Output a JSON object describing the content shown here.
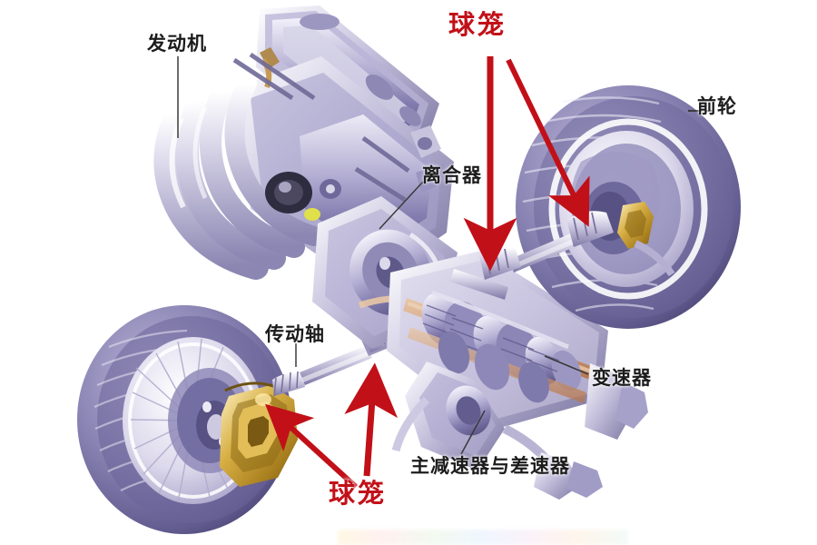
{
  "diagram": {
    "title_alt": "汽车前置前驱动力传动系统剖视图",
    "background_color": "#ffffff",
    "accent_red": "#c21018",
    "label_black": "#1c1c1c",
    "metal_purple": "#8b86b8",
    "metal_light": "#e7e5f2",
    "tire_purple": "#7e78ad",
    "cv_gold": "#c9a23a"
  },
  "labels": [
    {
      "id": "engine",
      "text": "发动机",
      "color": "#1c1c1c",
      "style": "black"
    },
    {
      "id": "clutch",
      "text": "离合器",
      "color": "#1c1c1c",
      "style": "black"
    },
    {
      "id": "front_wheel",
      "text": "前轮",
      "color": "#1c1c1c",
      "style": "black"
    },
    {
      "id": "drive_shaft",
      "text": "传动轴",
      "color": "#1c1c1c",
      "style": "black"
    },
    {
      "id": "gearbox",
      "text": "变速器",
      "color": "#1c1c1c",
      "style": "black"
    },
    {
      "id": "final_drive",
      "text": "主减速器与差速器",
      "color": "#1c1c1c",
      "style": "black"
    },
    {
      "id": "cv_top",
      "text": "球笼",
      "color": "#c21018",
      "style": "red"
    },
    {
      "id": "cv_bottom",
      "text": "球笼",
      "color": "#c21018",
      "style": "red"
    }
  ],
  "callouts": {
    "leader_color": "#3a3a3a",
    "arrow_color": "#c21018"
  },
  "parts": [
    {
      "name": "engine-block",
      "label_ref": "engine"
    },
    {
      "name": "intake-manifold",
      "label_ref": "engine"
    },
    {
      "name": "clutch-housing",
      "label_ref": "clutch"
    },
    {
      "name": "gearbox-cutaway",
      "label_ref": "gearbox"
    },
    {
      "name": "final-drive-diff",
      "label_ref": "final_drive"
    },
    {
      "name": "drive-shaft",
      "label_ref": "drive_shaft"
    },
    {
      "name": "front-wheel",
      "label_ref": "front_wheel"
    },
    {
      "name": "rear-wheel",
      "label_ref": null
    },
    {
      "name": "cv-joint-outer-gold",
      "label_ref": "cv_bottom"
    },
    {
      "name": "cv-joint-inner",
      "label_ref": "cv_top"
    }
  ]
}
